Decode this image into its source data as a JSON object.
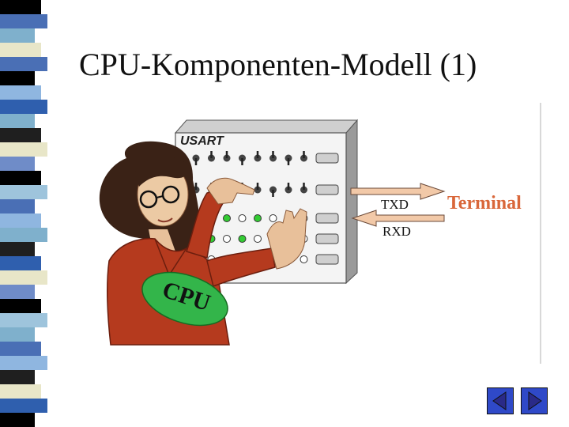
{
  "slide": {
    "title": "CPU-Komponenten-Modell (1)"
  },
  "diagram": {
    "panel_label": "USART",
    "txd_label": "TXD",
    "rxd_label": "RXD",
    "terminal_label": "Terminal",
    "badge_label": "CPU"
  },
  "navigation": {
    "prev_icon": "triangle-left-icon",
    "next_icon": "triangle-right-icon"
  },
  "colors": {
    "stripe": [
      "#000000",
      "#4a6fb5",
      "#7fb0cc",
      "#e8e6c8",
      "#8fb6e0",
      "#2f5fae",
      "#1f1f1f",
      "#6f8cc8",
      "#9ec4dc"
    ],
    "led_green": "#33cc33",
    "arrow_fill": "#f2c9a8",
    "terminal_text": "#d9673a",
    "badge_fill": "#33b54a",
    "nav_fill": "#2f49c8"
  }
}
